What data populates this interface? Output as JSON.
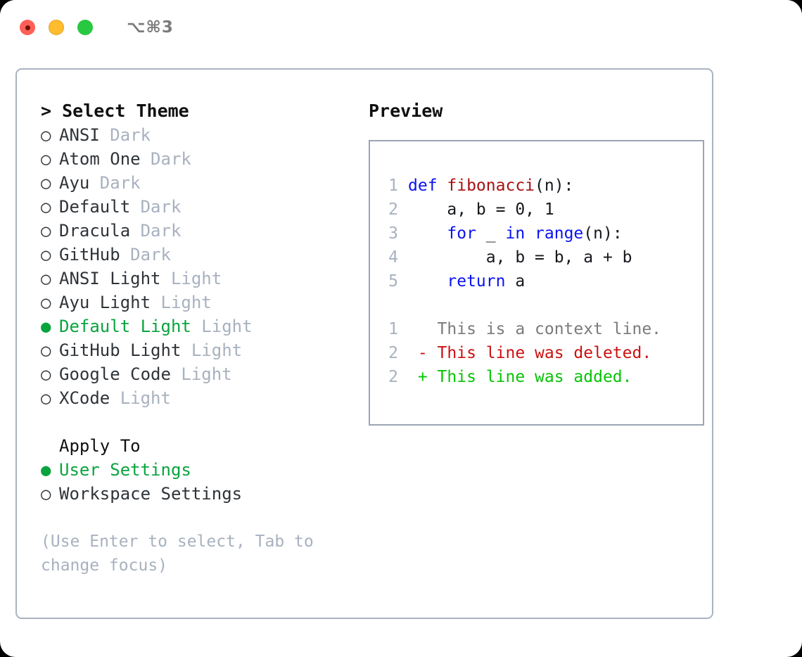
{
  "window": {
    "shortcut": "⌥⌘3",
    "traffic_lights": {
      "close": "close-button",
      "minimize": "minimize-button",
      "maximize": "maximize-button"
    }
  },
  "colors": {
    "accent_green": "#0aa43f",
    "keyword_blue": "#0a12f0",
    "function_red": "#a81111",
    "diff_delete": "#cc1111",
    "diff_add": "#07c307",
    "muted": "#a8b1bf",
    "border": "#aab3c2",
    "traffic_close": "#ff5f57",
    "traffic_min": "#febc2e",
    "traffic_max": "#28c840"
  },
  "theme_picker": {
    "header": "> Select Theme",
    "bullet_on": "●",
    "bullet_off": "○",
    "options": [
      {
        "name": "ANSI",
        "category": "Dark",
        "selected": false
      },
      {
        "name": "Atom One",
        "category": "Dark",
        "selected": false
      },
      {
        "name": "Ayu",
        "category": "Dark",
        "selected": false
      },
      {
        "name": "Default",
        "category": "Dark",
        "selected": false
      },
      {
        "name": "Dracula",
        "category": "Dark",
        "selected": false
      },
      {
        "name": "GitHub",
        "category": "Dark",
        "selected": false
      },
      {
        "name": "ANSI Light",
        "category": "Light",
        "selected": false
      },
      {
        "name": "Ayu Light",
        "category": "Light",
        "selected": false
      },
      {
        "name": "Default Light",
        "category": "Light",
        "selected": true
      },
      {
        "name": "GitHub Light",
        "category": "Light",
        "selected": false
      },
      {
        "name": "Google Code",
        "category": "Light",
        "selected": false
      },
      {
        "name": "XCode",
        "category": "Light",
        "selected": false
      }
    ]
  },
  "apply_to": {
    "header": "Apply To",
    "options": [
      {
        "name": "User Settings",
        "selected": true
      },
      {
        "name": "Workspace Settings",
        "selected": false
      }
    ]
  },
  "hint": "(Use Enter to select, Tab to change focus)",
  "preview": {
    "title": "Preview",
    "code_lines": [
      {
        "lineno": "1",
        "tokens": [
          {
            "t": "def ",
            "c": "kw"
          },
          {
            "t": "fibonacci",
            "c": "fn"
          },
          {
            "t": "(n):",
            "c": "pl"
          }
        ]
      },
      {
        "lineno": "2",
        "tokens": [
          {
            "t": "    a, b = 0, 1",
            "c": "pl"
          }
        ]
      },
      {
        "lineno": "3",
        "tokens": [
          {
            "t": "    ",
            "c": "pl"
          },
          {
            "t": "for",
            "c": "kw"
          },
          {
            "t": " _ ",
            "c": "pl"
          },
          {
            "t": "in",
            "c": "kw"
          },
          {
            "t": " ",
            "c": "pl"
          },
          {
            "t": "range",
            "c": "kw"
          },
          {
            "t": "(n):",
            "c": "pl"
          }
        ]
      },
      {
        "lineno": "4",
        "tokens": [
          {
            "t": "        a, b = b, a + b",
            "c": "pl"
          }
        ]
      },
      {
        "lineno": "5",
        "tokens": [
          {
            "t": "    ",
            "c": "pl"
          },
          {
            "t": "return",
            "c": "kw"
          },
          {
            "t": " a",
            "c": "pl"
          }
        ]
      }
    ],
    "diff_lines": [
      {
        "lineno": "1",
        "tokens": [
          {
            "t": "   This is a context line.",
            "c": "ctx"
          }
        ]
      },
      {
        "lineno": "2",
        "tokens": [
          {
            "t": " - This line was deleted.",
            "c": "del"
          }
        ]
      },
      {
        "lineno": "2",
        "tokens": [
          {
            "t": " + This line was added.",
            "c": "add"
          }
        ]
      }
    ]
  }
}
